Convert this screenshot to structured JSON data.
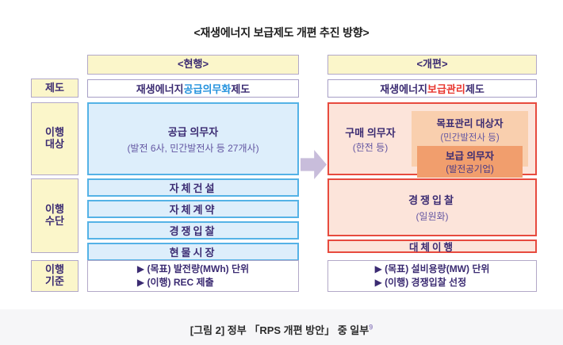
{
  "title": "<재생에너지 보급제도 개편 추진 방향>",
  "row_labels": {
    "system": "제도",
    "target_l1": "이행",
    "target_l2": "대상",
    "means_l1": "이행",
    "means_l2": "수단",
    "criteria_l1": "이행",
    "criteria_l2": "기준"
  },
  "current": {
    "header": "<현행>",
    "system": {
      "prefix": "재생에너지 ",
      "highlight": "공급의무화",
      "suffix": " 제도"
    },
    "target": {
      "title": "공급 의무자",
      "subtitle": "(발전 6사, 민간발전사 등 27개사)"
    },
    "means": [
      "자체건설",
      "자체계약",
      "경쟁입찰",
      "현물시장"
    ],
    "criteria": [
      "▶ (목표) 발전량(MWh) 단위",
      "▶ (이행) REC 제출"
    ]
  },
  "reform": {
    "header": "<개편>",
    "system": {
      "prefix": "재생에너지 ",
      "highlight": "보급관리",
      "suffix": " 제도"
    },
    "target": {
      "buyer_title": "구매 의무자",
      "buyer_subtitle": "(한전 등)",
      "managed_title": "목표관리 대상자",
      "managed_subtitle": "(민간발전사 등)",
      "supplier_title": "보급 의무자",
      "supplier_subtitle": "(발전공기업)"
    },
    "means": {
      "main_title": "경쟁입찰",
      "main_subtitle": "(일원화)",
      "alt": "대체이행"
    },
    "criteria": [
      "▶ (목표) 설비용량(MW) 단위",
      "▶ (이행) 경쟁입찰 선정"
    ]
  },
  "caption": {
    "text": "[그림 2] 정부 「RPS 개편 방안」 중 일부",
    "footnote_ref": "9"
  },
  "colors": {
    "current_accent": "#2492dd",
    "reform_accent": "#e8352e",
    "current_border": "#54b2e6",
    "reform_border": "#e74a3e",
    "current_fill": "#ddeefb",
    "reform_fill": "#fce4da",
    "label_bg": "#fbf6ca",
    "managed_box_fill": "#f9cfae",
    "supplier_box_fill": "#f19e6d",
    "arrow": "#c8bddb",
    "text_navy": "#3b2b72",
    "text_purple": "#6356a2"
  }
}
